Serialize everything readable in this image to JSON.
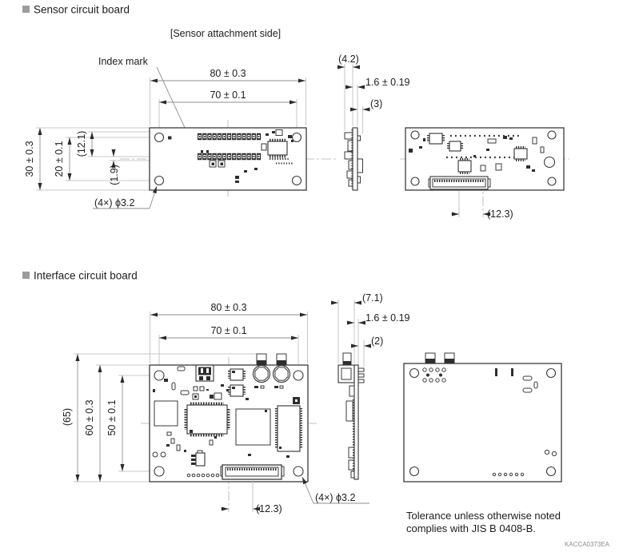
{
  "page": {
    "background": "#ffffff",
    "line_color": "#3a3a3a",
    "dim_line_color": "#8f8f8f",
    "text_color": "#1c1c1c",
    "bullet_color": "#9c9c9c"
  },
  "sections": {
    "sensor": {
      "title": "Sensor circuit board",
      "attachment_side_label": "[Sensor attachment side]",
      "index_mark_label": "Index mark",
      "dims": {
        "width_outer": "80 ± 0.3",
        "width_holes": "70 ± 0.1",
        "height_outer": "30 ± 0.3",
        "height_holes": "20 ± 0.1",
        "ref_height_1": "(12.1)",
        "ref_height_2": "(1.9)",
        "hole_callout": "(4×) ϕ3.2",
        "side_overall": "(4.2)",
        "board_thickness": "1.6 ± 0.19",
        "side_back": "(3)",
        "connector_offset": "(12.3)"
      }
    },
    "interface": {
      "title": "Interface circuit board",
      "dims": {
        "width_outer": "80 ± 0.3",
        "width_holes": "70 ± 0.1",
        "ref_height": "(65)",
        "height_outer": "60 ± 0.3",
        "height_holes": "50 ± 0.1",
        "hole_callout": "(4×) ϕ3.2",
        "side_overall": "(7.1)",
        "board_thickness": "1.6 ± 0.19",
        "side_back": "(2)",
        "connector_offset": "(12.3)"
      }
    }
  },
  "footer": {
    "tolerance_line1": "Tolerance unless otherwise noted",
    "tolerance_line2": "complies with JIS B 0408-B.",
    "doc_code": "KACCA0373EA"
  }
}
